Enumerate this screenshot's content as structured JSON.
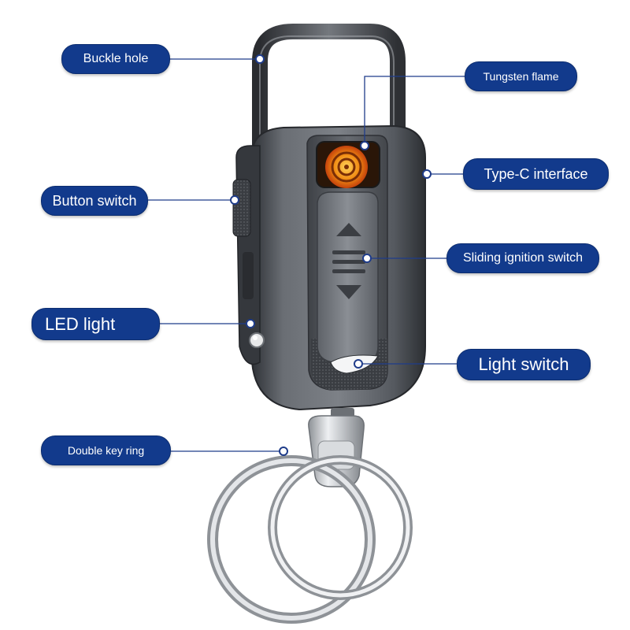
{
  "labels": {
    "buckle_hole": "Buckle hole",
    "tungsten_flame": "Tungsten flame",
    "type_c_interface": "Type-C interface",
    "button_switch": "Button switch",
    "sliding_ignition_switch": "Sliding ignition switch",
    "led_light": "LED light",
    "light_switch": "Light switch",
    "double_key_ring": "Double key ring"
  },
  "colors": {
    "callout_fill": "#123a8c",
    "callout_text": "#ffffff",
    "leader_line": "#1f3c8a",
    "body_metal": "#4d5157",
    "ring_metal": "#b9bdc2",
    "flame_coil": "#f39a12"
  }
}
